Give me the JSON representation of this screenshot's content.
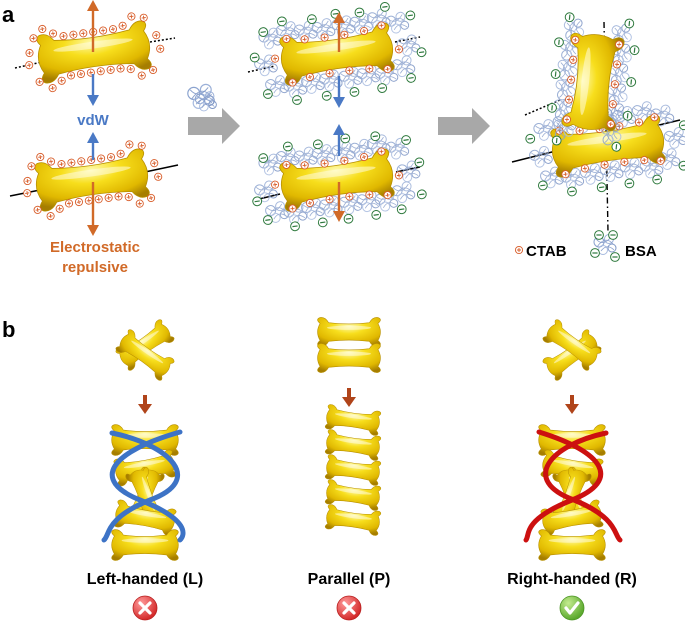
{
  "panel_a": {
    "letter": "a",
    "vdw_label": "vdW",
    "electrostatic_label_line1": "Electrostatic",
    "electrostatic_label_line2": "repulsive",
    "legend": {
      "ctab": "CTAB",
      "bsa": "BSA"
    }
  },
  "panel_b": {
    "letter": "b",
    "configs": [
      {
        "label": "Left-handed (L)",
        "status": "rejected"
      },
      {
        "label": "Parallel (P)",
        "status": "rejected"
      },
      {
        "label": "Right-handed (R)",
        "status": "accepted"
      }
    ]
  },
  "colors": {
    "rod_gold": "#e8c400",
    "repulsion_arrow": "#d16a28",
    "vdw_arrow": "#4a79c5",
    "process_arrow": "#a8a8a8",
    "left_helix": "#3d73c6",
    "right_helix": "#cc1010",
    "reject_icon": "#e03a3a",
    "accept_icon": "#6cb83a",
    "small_arrow": "#b0441a"
  },
  "icons": [
    "plus-charge-icon",
    "minus-charge-icon",
    "bsa-protein-icon",
    "cross-icon",
    "check-icon"
  ]
}
